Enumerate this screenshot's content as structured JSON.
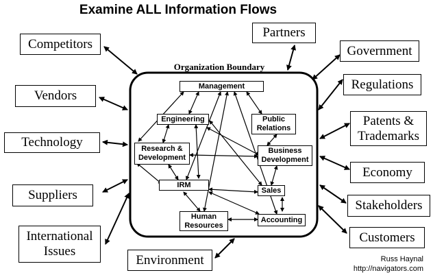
{
  "title": "Examine ALL Information Flows",
  "organization_boundary_label": "Organization Boundary",
  "external_entities": {
    "competitors": "Competitors",
    "vendors": "Vendors",
    "technology": "Technology",
    "suppliers": "Suppliers",
    "international_issues": "International\nIssues",
    "environment": "Environment",
    "partners": "Partners",
    "government": "Government",
    "regulations": "Regulations",
    "patents_trademarks": "Patents &\nTrademarks",
    "economy": "Economy",
    "stakeholders": "Stakeholders",
    "customers": "Customers"
  },
  "internal_units": {
    "management": "Management",
    "engineering": "Engineering",
    "public_relations": "Public\nRelations",
    "research_development": "Research &\nDevelopment",
    "business_development": "Business\nDevelopment",
    "irm": "IRM",
    "sales": "Sales",
    "human_resources": "Human\nResources",
    "accounting": "Accounting"
  },
  "credit": {
    "author": "Russ Haynal",
    "url": "http://navigators.com"
  },
  "colors": {
    "line": "#000000",
    "background": "#ffffff"
  }
}
